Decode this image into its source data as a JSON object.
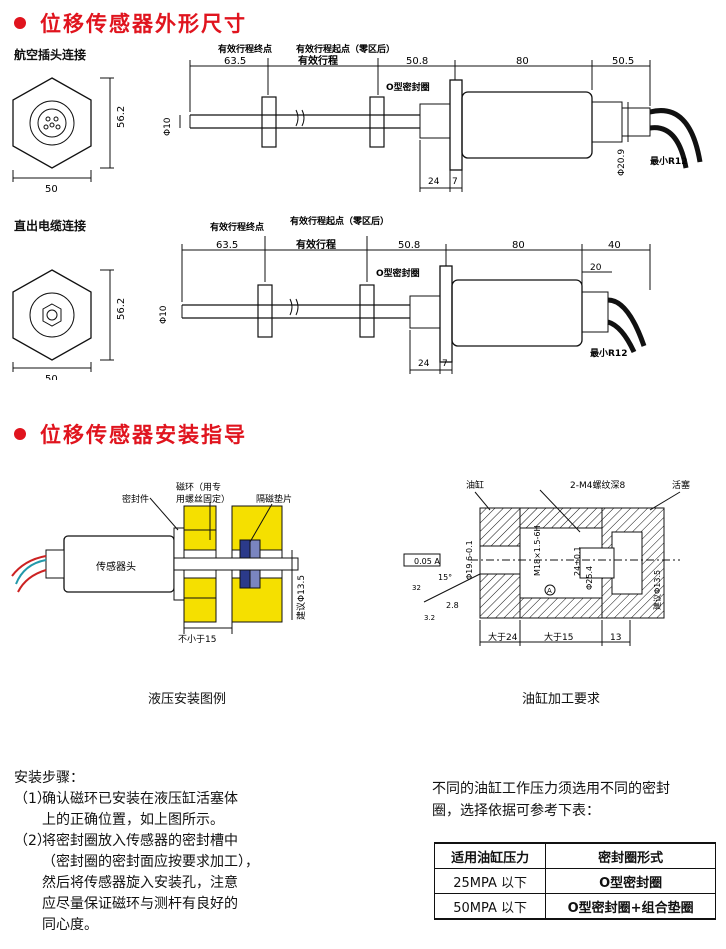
{
  "section1_title": "位移传感器外形尺寸",
  "section2_title": "位移传感器安装指导",
  "diagram1": {
    "heading": "航空插头连接",
    "end_width": "50",
    "end_height": "56.2",
    "label_stroke_end": "有效行程终点",
    "label_stroke_start": "有效行程起点（零区后）",
    "label_stroke": "有效行程",
    "dim_a": "63.5",
    "dim_b": "50.8",
    "dim_c": "80",
    "dim_d": "50.5",
    "oring": "O型密封圈",
    "rod_dia": "Φ10",
    "conn_dia": "Φ20.9",
    "min_r": "最小R12",
    "dim_24": "24",
    "dim_7": "7"
  },
  "diagram2": {
    "heading": "直出电缆连接",
    "end_width": "50",
    "end_height": "56.2",
    "label_stroke_end": "有效行程终点",
    "label_stroke_start": "有效行程起点（零区后）",
    "label_stroke": "有效行程",
    "dim_a": "63.5",
    "dim_b": "50.8",
    "dim_c": "80",
    "dim_d": "40",
    "dim_20": "20",
    "oring": "O型密封圈",
    "rod_dia": "Φ10",
    "min_r": "最小R12",
    "dim_24": "24",
    "dim_7": "7"
  },
  "hydraulic": {
    "caption": "液压安装图例",
    "seal": "密封件",
    "magnet": "磁环（用专",
    "magnet2": "用螺丝固定）",
    "spacer": "隔磁垫片",
    "head": "传感器头",
    "min15": "不小于15",
    "bore": "建议Φ13.5"
  },
  "cylinder": {
    "caption": "油缸加工要求",
    "cyl": "油缸",
    "screw": "2-M4螺纹深8",
    "piston": "活塞",
    "thread": "M18×1.5-6H",
    "d19": "Φ19.6-0.1",
    "d25": "Φ25.4",
    "d24": "24±0.1",
    "bore": "建议Φ13.5",
    "tol": "0.05 A",
    "angle": "15°",
    "r": "2.8",
    "gt24": "大于24",
    "gt15": "大于15",
    "d13": "13",
    "datum": "A",
    "rough1": "32",
    "rough2": "3.2"
  },
  "steps": {
    "title": "安装步骤：",
    "s1_num": "（1）",
    "s1_l1": "确认磁环已安装在液压缸活塞体",
    "s1_l2": "上的正确位置，如上图所示。",
    "s2_num": "（2）",
    "s2_l1": "将密封圈放入传感器的密封槽中",
    "s2_l2": "（密封圈的密封面应按要求加工），",
    "s2_l3": "然后将传感器旋入安装孔，注意",
    "s2_l4": "应尽量保证磁环与测杆有良好的",
    "s2_l5": "同心度。"
  },
  "note": {
    "l1": "不同的油缸工作压力须选用不同的密封",
    "l2": "圈，选择依据可参考下表：",
    "col1": "适用油缸压力",
    "col2": "密封圈形式",
    "rows": [
      {
        "p": "25MPA 以下",
        "s": "O型密封圈"
      },
      {
        "p": "50MPA 以下",
        "s": "O型密封圈+组合垫圈"
      }
    ]
  },
  "colors": {
    "accent": "#e0141e",
    "magnet_yellow": "#f5e000",
    "spacer_blue": "#2b3a8a"
  }
}
